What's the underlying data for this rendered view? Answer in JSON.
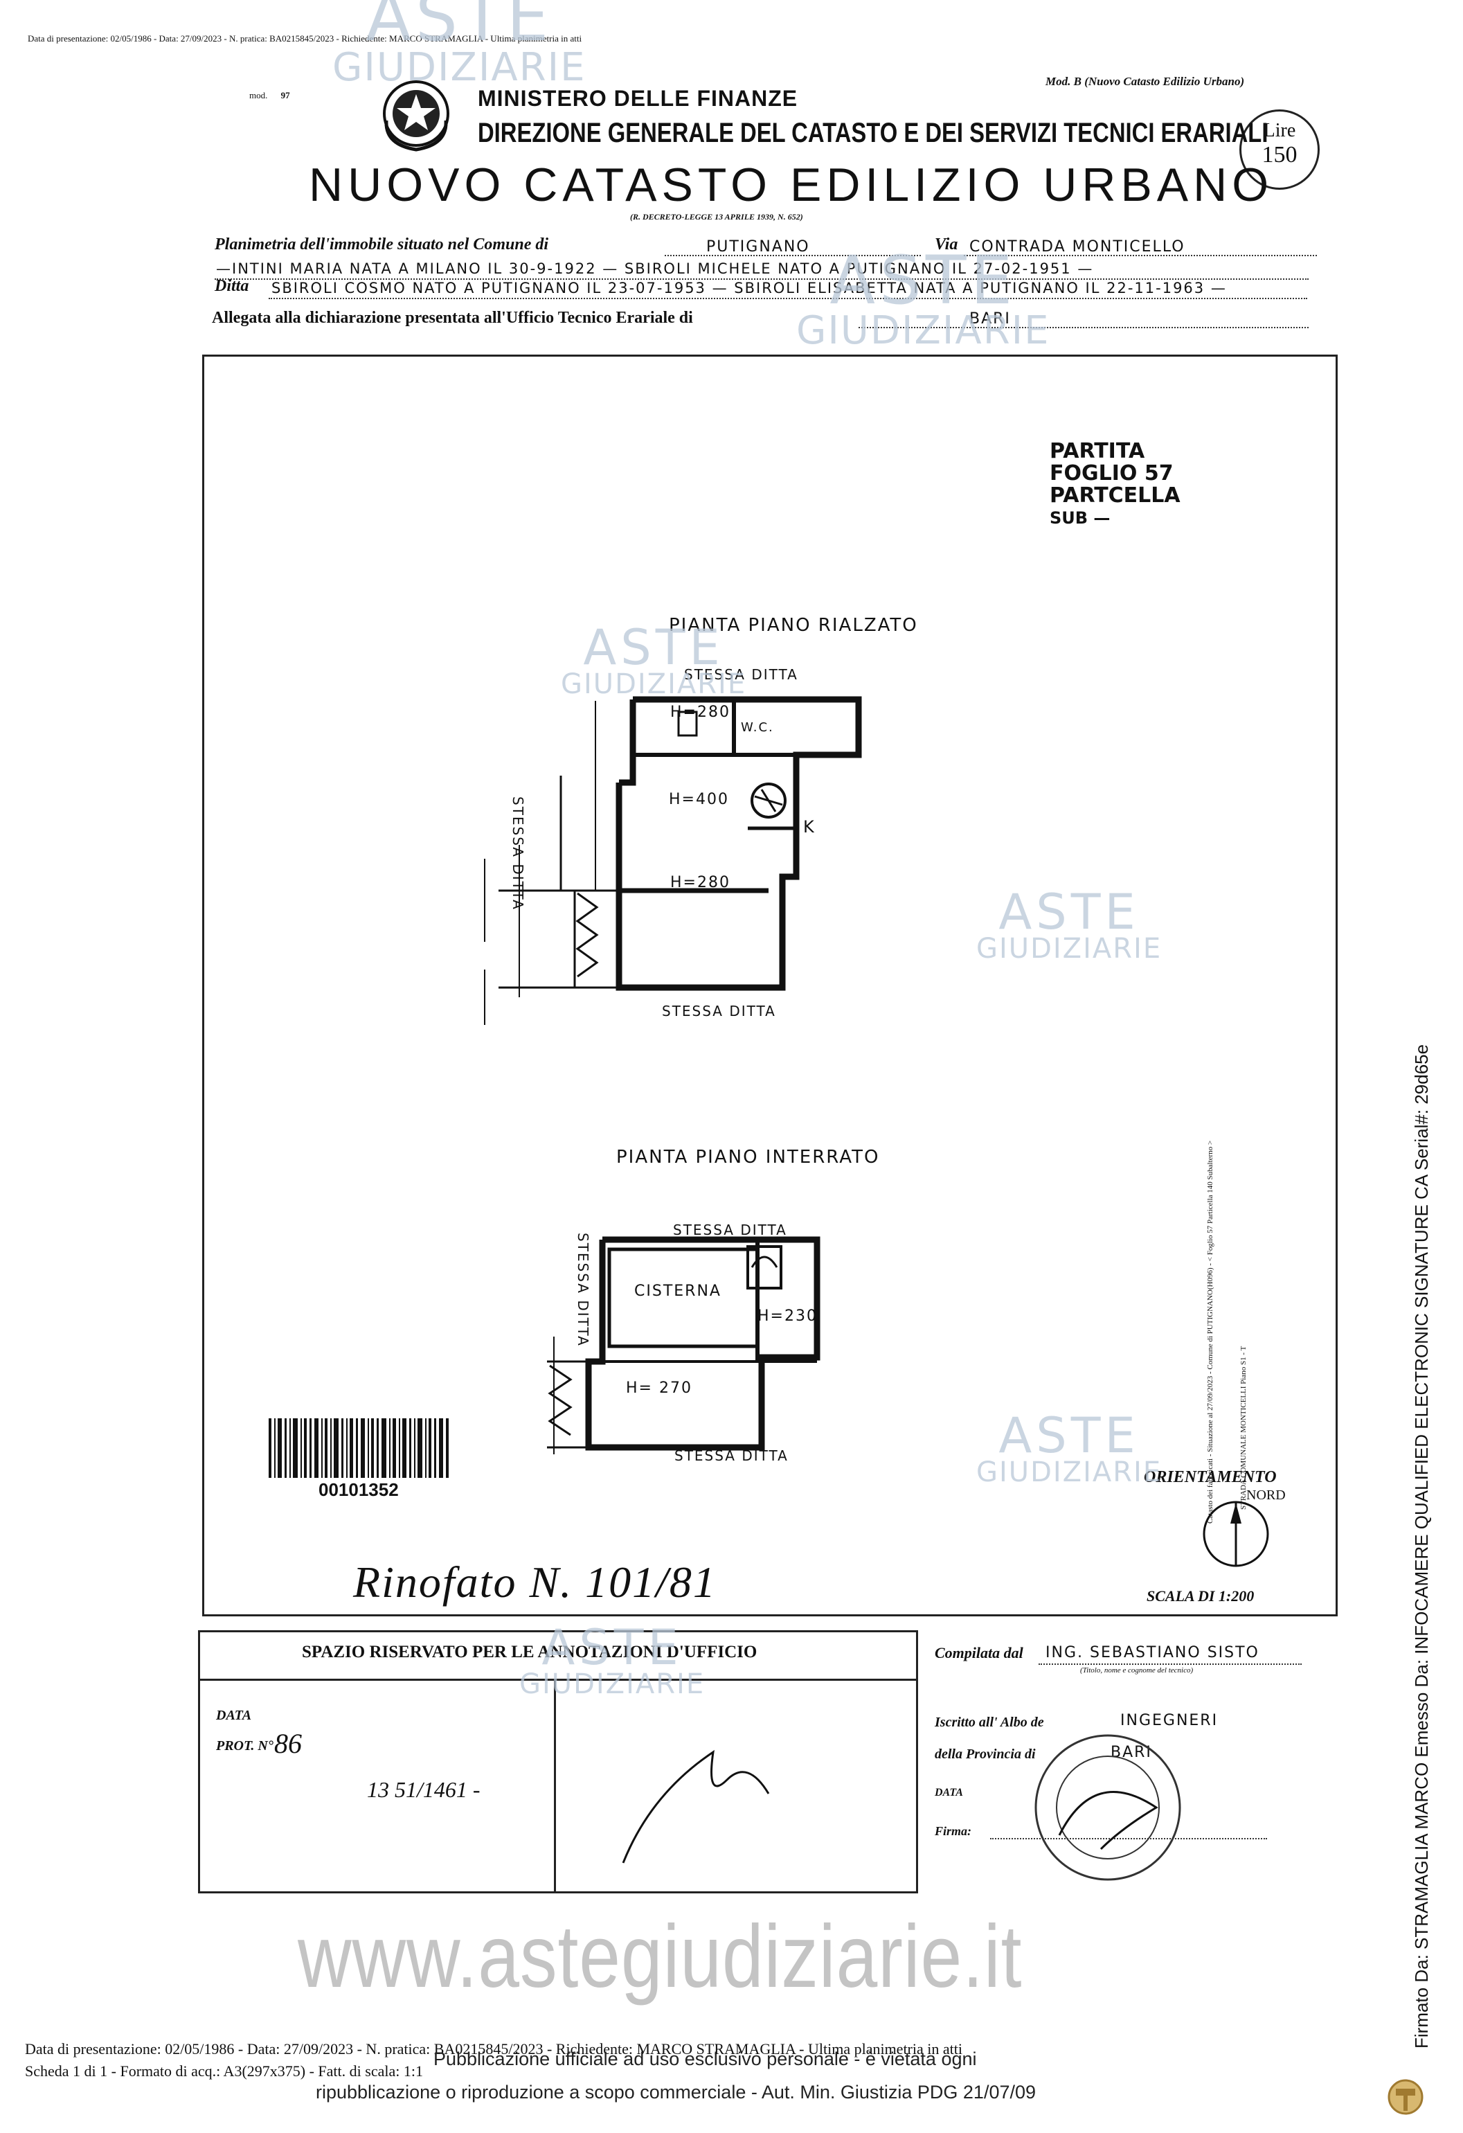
{
  "top_meta": "Data di presentazione: 02/05/1986 - Data: 27/09/2023 - N. pratica: BA0215845/2023 - Richiedente: MARCO STRAMAGLIA - Ultima planimetria in atti",
  "form_ref": {
    "prefix": "mod.",
    "number": "97"
  },
  "model": "Mod. B (Nuovo Catasto Edilizio Urbano)",
  "stamp": {
    "lire": "Lire",
    "value": "150"
  },
  "ministry": "MINISTERO DELLE FINANZE",
  "direction": "DIREZIONE GENERALE DEL CATASTO E DEI SERVIZI TECNICI ERARIALI",
  "title": "NUOVO CATASTO EDILIZIO URBANO",
  "decree": "(R. DECRETO-LEGGE 13 APRILE 1939, N. 652)",
  "form": {
    "planimetria_label": "Planimetria dell'immobile situato nel Comune di",
    "comune": "PUTIGNANO",
    "via_label": "Via",
    "via": "CONTRADA MONTICELLO",
    "owners_line1": "—INTINI MARIA NATA A MILANO IL 30-9-1922 — SBIROLI MICHELE NATO A PUTIGNANO IL 27-02-1951 —",
    "ditta_label": "Ditta",
    "owners_line2": "SBIROLI COSMO NATO A PUTIGNANO IL 23-07-1953 — SBIROLI ELISABETTA NATA A PUTIGNANO IL 22-11-1963 —",
    "allegata_label": "Allegata alla dichiarazione presentata all'Ufficio Tecnico Erariale di",
    "ufficio": "BARI"
  },
  "partita": {
    "line1": "PARTITA",
    "line2": "FOGLIO 57",
    "line3": "PARTCELLA",
    "line4": "SUB —"
  },
  "plan_rialzato": {
    "title": "PIANTA PIANO RIALZATO",
    "top": "STESSA DITTA",
    "left": "STESSA DITTA",
    "bottom": "STESSA DITTA",
    "h1": "H=280",
    "wc": "W.C.",
    "h2": "H=400",
    "k": "K",
    "h3": "H=280"
  },
  "plan_interrato": {
    "title": "PIANTA PIANO INTERRATO",
    "top": "STESSA DITTA",
    "left": "STESSA DITTA",
    "bottom": "STESSA DITTA",
    "cisterna": "CISTERNA",
    "h1": "H=230",
    "h2": "H= 270"
  },
  "barcode_number": "00101352",
  "side_stamp": "Catasto dei fabbricati - Situazione al 27/09/2023 - Comune di PUTIGNANO(H096) - < Foglio 57 Particella 140 Subalterno >",
  "side_stamp2": "STRADA COMUNALE MONTICELLI Piano S1 - T",
  "orientamento": "ORIENTAMENTO",
  "nord": "NORD",
  "scala": "SCALA DI 1:200",
  "handwritten": "Rinofato N. 101/81",
  "office": {
    "title": "SPAZIO RISERVATO PER LE ANNOTAZIONI D'UFFICIO",
    "data_label": "DATA",
    "prot_label": "PROT. N°",
    "prot_value": "86",
    "note": "13 51/1461 -"
  },
  "compilata": {
    "label": "Compilata dal",
    "name": "ING. SEBASTIANO SISTO",
    "caption": "(Titolo, nome e cognome del tecnico)",
    "iscritto_label": "Iscritto all' Albo de",
    "albo": "INGEGNERI",
    "provincia_label": "della Provincia di",
    "provincia": "BARI",
    "data_label": "DATA",
    "firma_label": "Firma:"
  },
  "watermark": {
    "word1": "ASTE",
    "word2": "GIUDIZIARIE",
    "site": "www.astegiudiziarie.it"
  },
  "signature_side": "Firmato Da: STRAMAGLIA MARCO Emesso Da: INFOCAMERE QUALIFIED ELECTRONIC SIGNATURE CA Serial#: 29d65e",
  "footer": {
    "line1": "Data di presentazione: 02/05/1986 - Data: 27/09/2023 - N. pratica: BA0215845/2023 - Richiedente: MARCO STRAMAGLIA - Ultima planimetria in atti",
    "line2": "Scheda 1 di 1 - Formato di acq.: A3(297x375) - Fatt. di scala: 1:1",
    "notice1": "Pubblicazione ufficiale ad uso esclusivo personale - è vietata ogni",
    "notice2": "ripubblicazione o riproduzione a scopo commerciale - Aut. Min. Giustizia PDG 21/07/09"
  }
}
